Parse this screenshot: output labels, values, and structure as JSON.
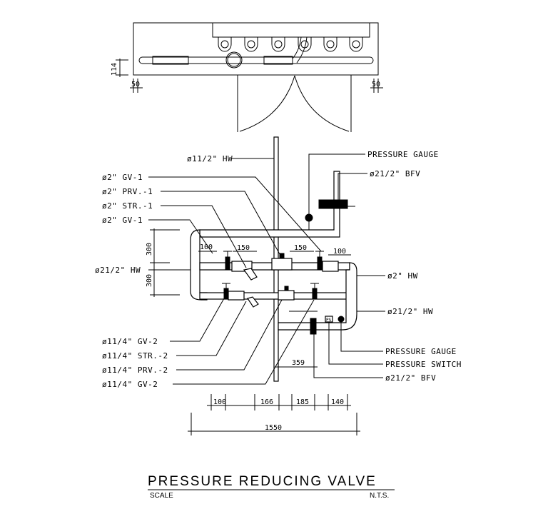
{
  "plan_view": {
    "dims": {
      "depth": "114",
      "left_offset": "50",
      "right_offset": "50"
    }
  },
  "labels": {
    "hw_riser": "ø11/2\" HW",
    "gv1_top": "ø2\" GV-1",
    "prv1": "ø2\" PRV.-1",
    "str1": "ø2\" STR.-1",
    "gv1_bottom": "ø2\" GV-1",
    "hw_left": "ø21/2\" HW",
    "pressure_gauge_top": "PRESSURE GAUGE",
    "bfv_top": "ø21/2\" BFV",
    "hw_right_2": "ø2\" HW",
    "hw_right_212": "ø21/2\" HW",
    "gv2_a": "ø11/4\" GV-2",
    "str2": "ø11/4\" STR.-2",
    "prv2": "ø11/4\" PRV.-2",
    "gv2_b": "ø11/4\" GV-2",
    "pressure_gauge_bottom": "PRESSURE GAUGE",
    "pressure_switch": "PRESSURE SWITCH",
    "bfv_bottom": "ø21/2\" BFV",
    "ps_tag": "PS"
  },
  "dims": {
    "upper_left": "100",
    "upper_mid_left": "150",
    "upper_mid_right": "150",
    "upper_right": "100",
    "vert_top": "300",
    "vert_bottom": "300",
    "riser_to_bfv": "359",
    "bottom_1": "100",
    "bottom_2": "166",
    "bottom_3": "185",
    "bottom_4": "140",
    "overall": "1550"
  },
  "title": {
    "text": "PRESSURE REDUCING VALVE",
    "scale_label": "SCALE",
    "scale_value": "N.T.S."
  }
}
